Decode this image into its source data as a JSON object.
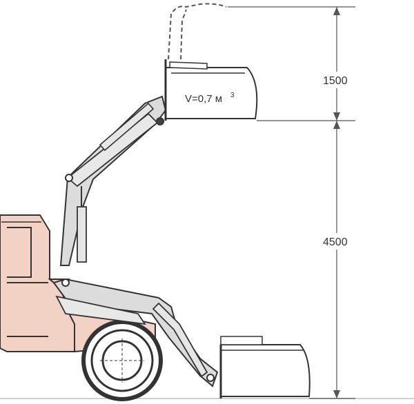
{
  "diagram": {
    "bucket_volume_label": "V=0,7 м",
    "bucket_volume_superscript": "3",
    "dimensions": {
      "upper_height": "1500",
      "lower_height": "4500"
    }
  },
  "colors": {
    "body": "#f2d2c4",
    "arm_fill": "#dcdcdc",
    "outline": "#333333",
    "dimension_line": "#555555",
    "background": "#ffffff"
  }
}
